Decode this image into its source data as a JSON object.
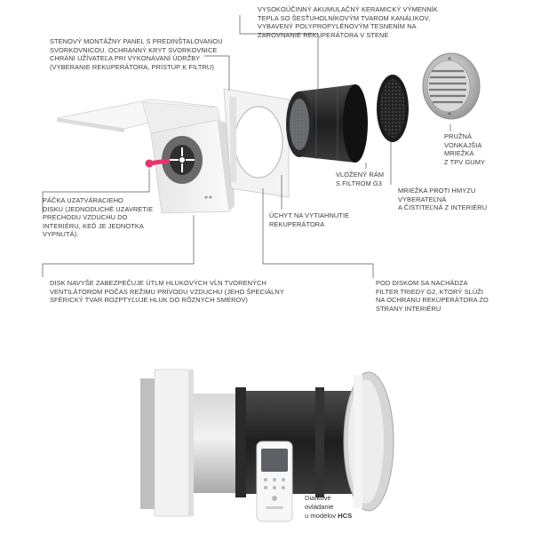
{
  "labels": {
    "panel": "STENOVÝ MONTÁŽNY PANEL S PREDINŠTALOVANOU\nSVORKOVNICOU. OCHRANNÝ KRYT SVORKOVNICE\nCHRÁNI UŽÍVATEĽA PRI VYKONÁVANÍ ÚDRŽBY\n(VYBERANIE REKUPERÁTORA, PRÍSTUP K FILTRU)",
    "exchanger": "VYSOKOÚČINNÝ AKUMULAČNÝ KERAMICKÝ VÝMENNÍK\nTEPLA SO ŠESŤUHOLNÍKOVÝM TVAROM KANÁLIKOV,\nVYBAVENÝ POLYPROPYLÉNOVÝM TESNENÍM NA\nZAROVNANIE REKUPERÁTORA V STENE",
    "outer_grille": "PRUŽNÁ\nVONKAJŠIA\nMRIEŽKA\nZ TPV GUMY",
    "filter_frame": "VLOŽENÝ RÁM\nS FILTROM G3",
    "insect_mesh": "MRIEŽKA PROTI HMYZU\nVYBERATEĽNÁ\nA ČISTITEĽNÁ Z INTERIÉRU",
    "lever": "PÁČKA UZATVÁRACIEHO\nDISKU (JEDNODUCHÉ UZAVRETIE\nPRECHODU VZDUCHU DO\nINTERIÉRU, KEĎ JE JEDNOTKA\nVYPNUTÁ).",
    "handle": "ÚCHYT NA VYTIAHNUTIE\nREKUPERÁTORA",
    "disk": "DISK NAVYŠE ZABEZPEČUJE ÚTLM HLUKOVÝCH VĹN TVORENÝCH\nVENTILÁTOROM POČAS REŽIMU PRÍVODU VZDUCHU (JEHO ŠPECIÁLNY\nSFÉRICKÝ TVAR ROZPTYĽUJE HLUK DO RÔZNYCH SMEROV)",
    "g2_filter": "POD DISKOM SA NACHÁDZA\nFILTER TRIEDY G2, KTORÝ SLÚŽI\nNA OCHRANU REKUPERÁTORA ZO\nSTRANY INTERIÉRU"
  },
  "remote": {
    "caption_line1": "Diaľkové",
    "caption_line2": "ovládanie",
    "caption_line3_prefix": "u modelov ",
    "caption_model": "HCS"
  },
  "colors": {
    "line": "#555555",
    "lever": "#e8336d",
    "ceramic": "#2b2b2b",
    "metal": "#c9c9c9",
    "panel": "#f4f4f4"
  }
}
